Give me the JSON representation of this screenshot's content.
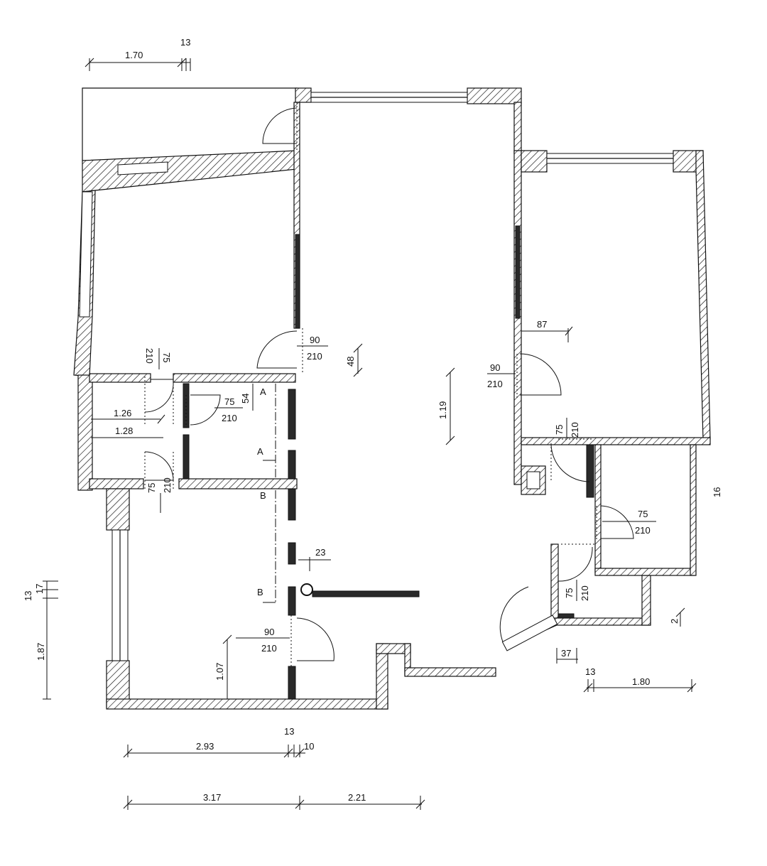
{
  "plan": {
    "door_labels": [
      {
        "w": "90",
        "h": "210"
      },
      {
        "w": "75",
        "h": "210"
      },
      {
        "w": "75",
        "h": "210"
      },
      {
        "w": "75",
        "h": "210"
      },
      {
        "w": "90",
        "h": "210"
      },
      {
        "w": "90",
        "h": "210"
      },
      {
        "w": "75",
        "h": "210"
      },
      {
        "w": "75",
        "h": "210"
      },
      {
        "w": "75",
        "h": "210"
      }
    ],
    "dimensions": {
      "top_170": "1.70",
      "top_13": "13",
      "interior_48": "48",
      "interior_119": "1.19",
      "interior_54": "54",
      "interior_126": "1.26",
      "interior_128": "1.28",
      "interior_87": "87",
      "interior_23": "23",
      "interior_107": "1.07",
      "interior_37": "37",
      "interior_2": "2",
      "interior_16": "16",
      "left_13": "13",
      "left_17": "17",
      "left_187": "1.87",
      "bottom_293": "2.93",
      "bottom_13": "13",
      "bottom_10": "10",
      "bottom_317": "3.17",
      "bottom_221": "2.21",
      "right_13": "13",
      "right_180": "1.80"
    },
    "section_marks": {
      "a_top": "A",
      "a_bottom": "A",
      "b_top": "B",
      "b_bottom": "B"
    }
  }
}
